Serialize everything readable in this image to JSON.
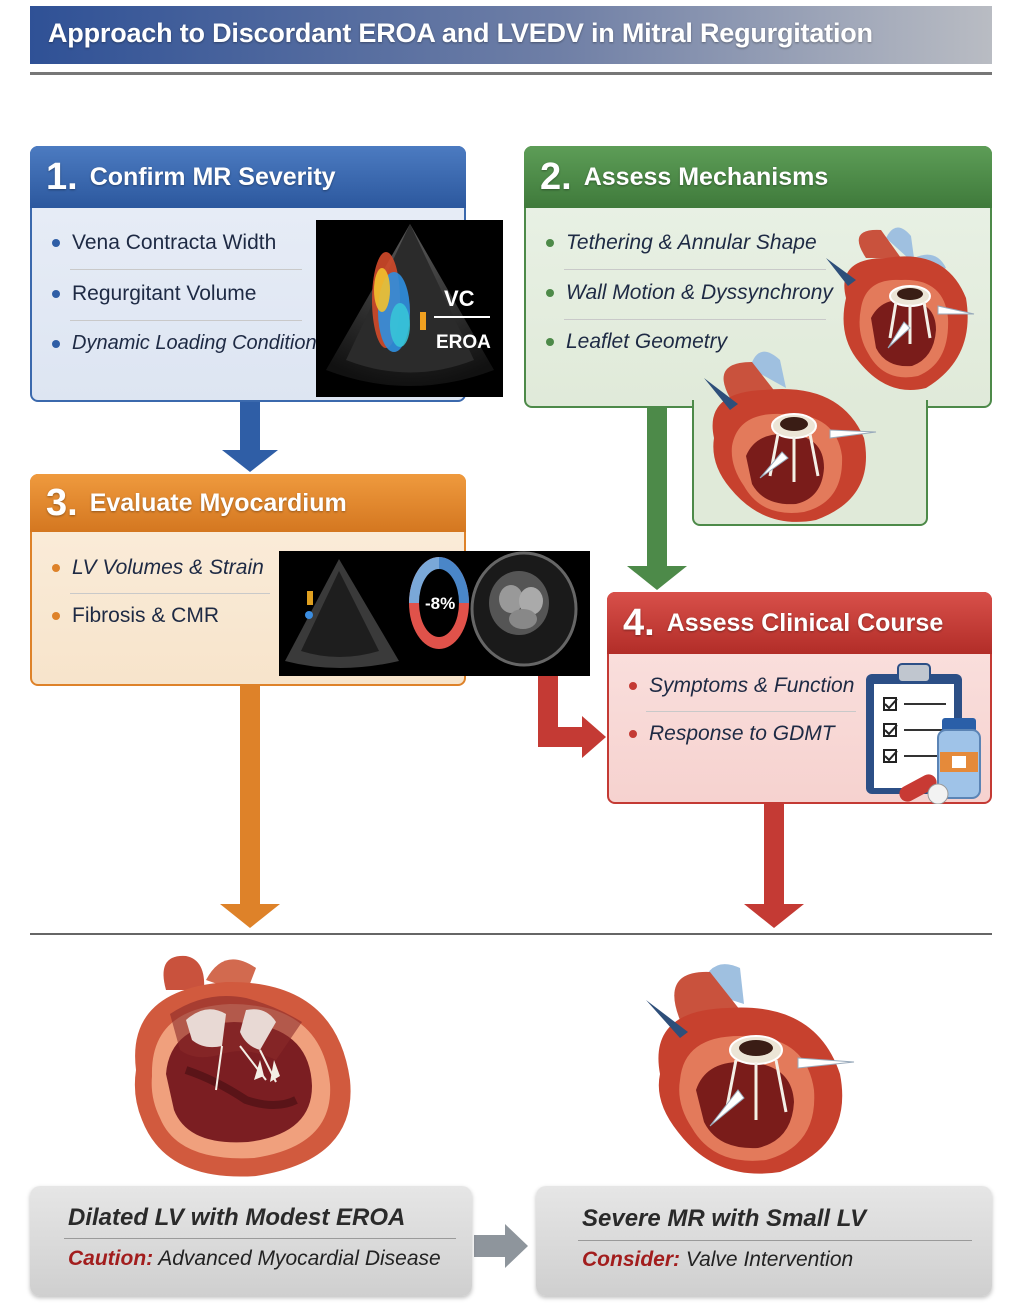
{
  "title": "Approach to Discordant EROA and LVEDV in Mitral Regurgitation",
  "steps": {
    "s1": {
      "num": "1.",
      "title": "Confirm MR Severity",
      "items": [
        "Vena Contracta Width",
        "Regurgitant Volume",
        "Dynamic Loading Conditions"
      ],
      "image_labels": {
        "vc": "VC",
        "eroa": "EROA"
      }
    },
    "s2": {
      "num": "2.",
      "title": "Assess Mechanisms",
      "items": [
        "Tethering & Annular Shape",
        "Wall Motion & Dyssynchrony",
        "Leaflet Geometry"
      ]
    },
    "s3": {
      "num": "3.",
      "title": "Evaluate Myocardium",
      "items": [
        "LV Volumes & Strain",
        "Fibrosis & CMR"
      ],
      "strain_value": "-8%"
    },
    "s4": {
      "num": "4.",
      "title": "Assess Clinical Course",
      "items": [
        "Symptoms & Function",
        "Response to GDMT"
      ]
    }
  },
  "outcomes": {
    "left": {
      "title": "Dilated LV with Modest EROA",
      "label": "Caution:",
      "text": "Advanced Myocardial Disease"
    },
    "right": {
      "title": "Severe MR with Small LV",
      "label": "Consider:",
      "text": "Valve Intervention"
    }
  },
  "colors": {
    "blue": "#2f5ea6",
    "green": "#4d8a49",
    "orange": "#de8229",
    "red": "#c43a34"
  },
  "icons": [
    "heart-illustration-icon",
    "clipboard-checklist-icon",
    "medication-bottle-icon",
    "pill-icon"
  ]
}
